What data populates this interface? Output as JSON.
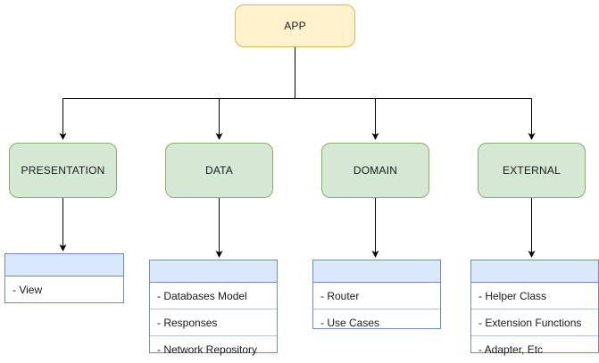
{
  "diagram": {
    "title": "APP architecture layers",
    "colors": {
      "app_fill": "#fff2cc",
      "app_stroke": "#d6b656",
      "layer_fill": "#d5e8d4",
      "layer_stroke": "#82b366",
      "list_header_fill": "#dae8fc",
      "list_stroke": "#6c8ebf",
      "connector": "#000000",
      "background": "#ffffff"
    },
    "root": {
      "label": "APP"
    },
    "layers": [
      {
        "label": "PRESENTATION"
      },
      {
        "label": "DATA"
      },
      {
        "label": "DOMAIN"
      },
      {
        "label": "EXTERNAL"
      }
    ],
    "lists": [
      {
        "header": "",
        "items": [
          "- View"
        ]
      },
      {
        "header": "",
        "items": [
          "- Databases Model",
          "- Responses",
          "- Network Repository"
        ]
      },
      {
        "header": "",
        "items": [
          "- Router",
          "- Use Cases"
        ]
      },
      {
        "header": "",
        "items": [
          "- Helper Class",
          "- Extension Functions",
          "- Adapter, Etc"
        ]
      }
    ]
  }
}
